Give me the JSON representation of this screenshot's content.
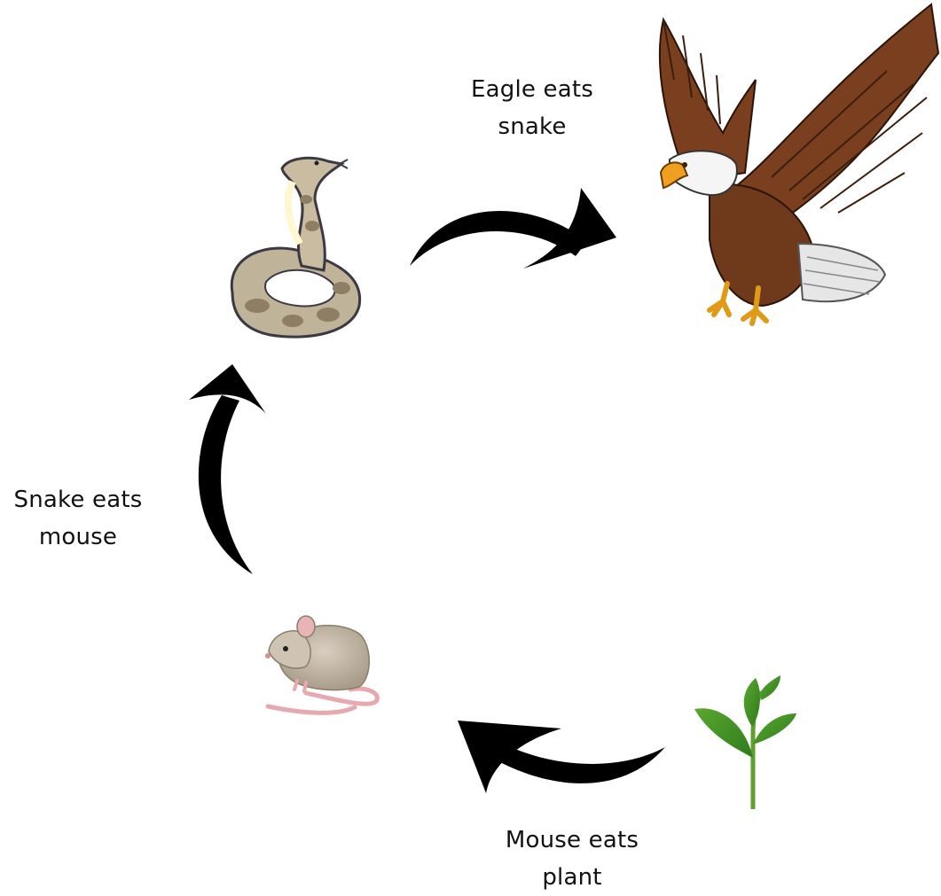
{
  "labels": {
    "eagle_eats_snake": "Eagle eats\nsnake",
    "snake_eats_mouse": "Snake eats\nmouse",
    "mouse_eats_plant": "Mouse eats\nplant"
  },
  "icons": {
    "eagle": "eagle-icon",
    "snake": "snake-icon",
    "mouse": "mouse-icon",
    "plant": "plant-icon"
  },
  "colors": {
    "arrow": "#000000",
    "text": "#111111"
  }
}
